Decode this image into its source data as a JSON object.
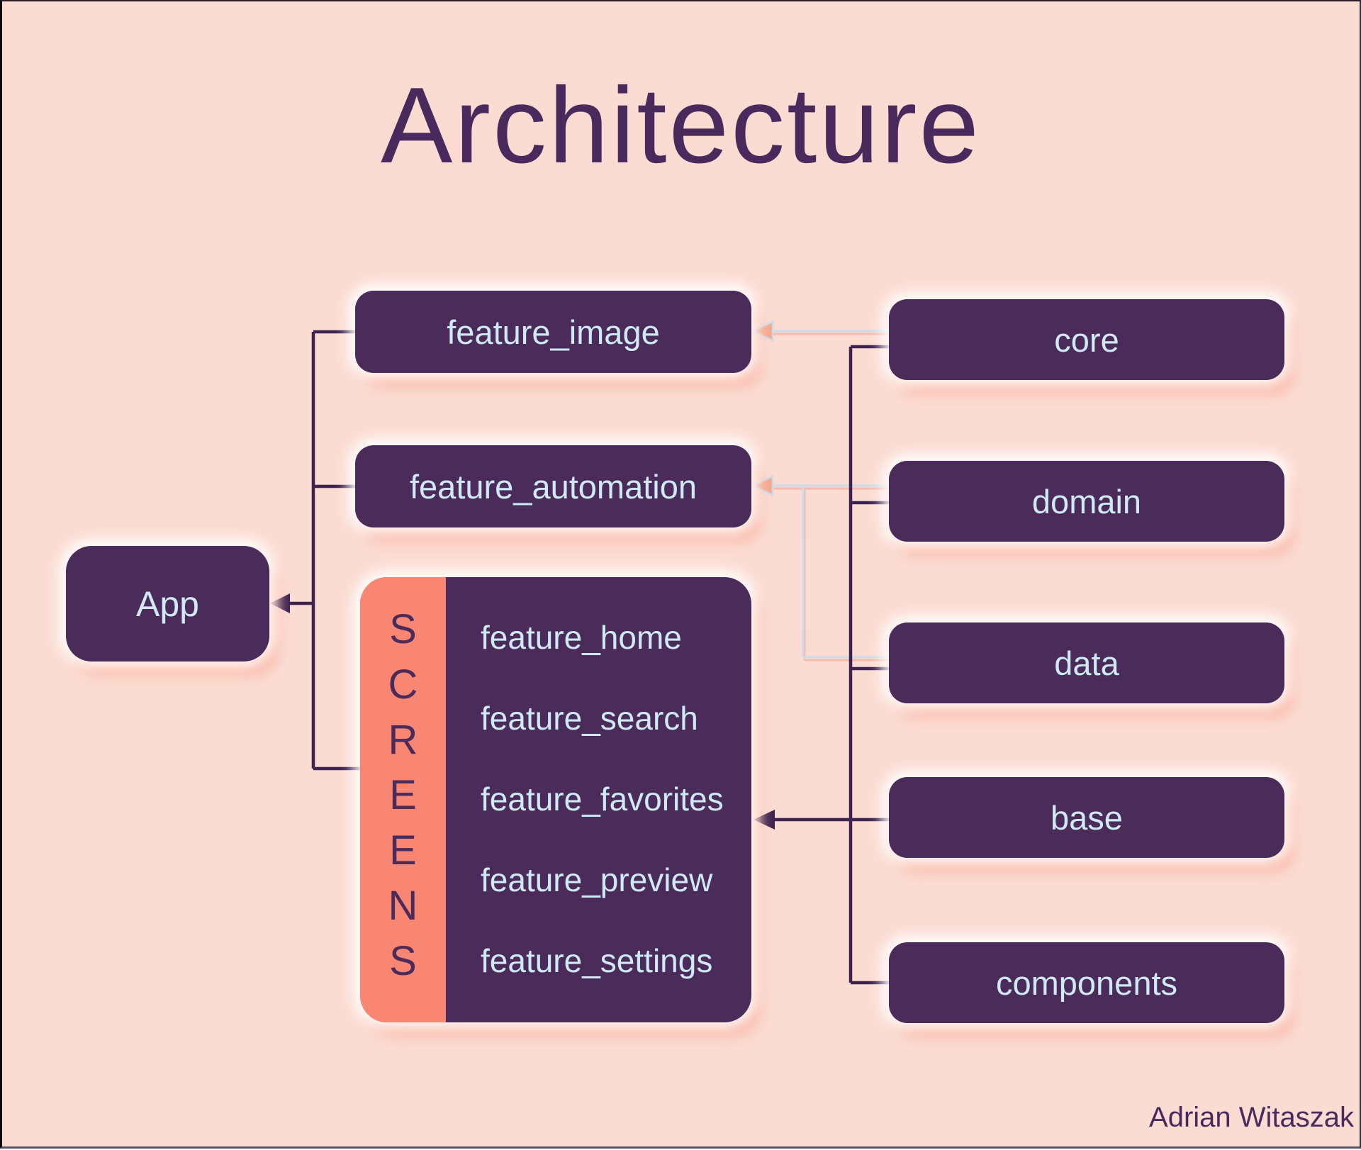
{
  "title": "Architecture",
  "signature": "Adrian Witaszak",
  "app": {
    "label": "App"
  },
  "features": [
    {
      "label": "feature_image"
    },
    {
      "label": "feature_automation"
    }
  ],
  "screens": {
    "vertical_label": "SCREENS",
    "items": [
      "feature_home",
      "feature_search",
      "feature_favorites",
      "feature_preview",
      "feature_settings"
    ]
  },
  "modules": [
    {
      "label": "core"
    },
    {
      "label": "domain"
    },
    {
      "label": "data"
    },
    {
      "label": "base"
    },
    {
      "label": "components"
    }
  ],
  "colors": {
    "background": "#FBDCD3",
    "node_fill": "#4A2B59",
    "node_text": "#CFE9F6",
    "screens_strip": "#F98672",
    "dark_line": "#3E2350",
    "light_line": "#C9DDEC",
    "arrowhead_fill": "#F6A98F",
    "title_text": "#4A2A5C"
  }
}
